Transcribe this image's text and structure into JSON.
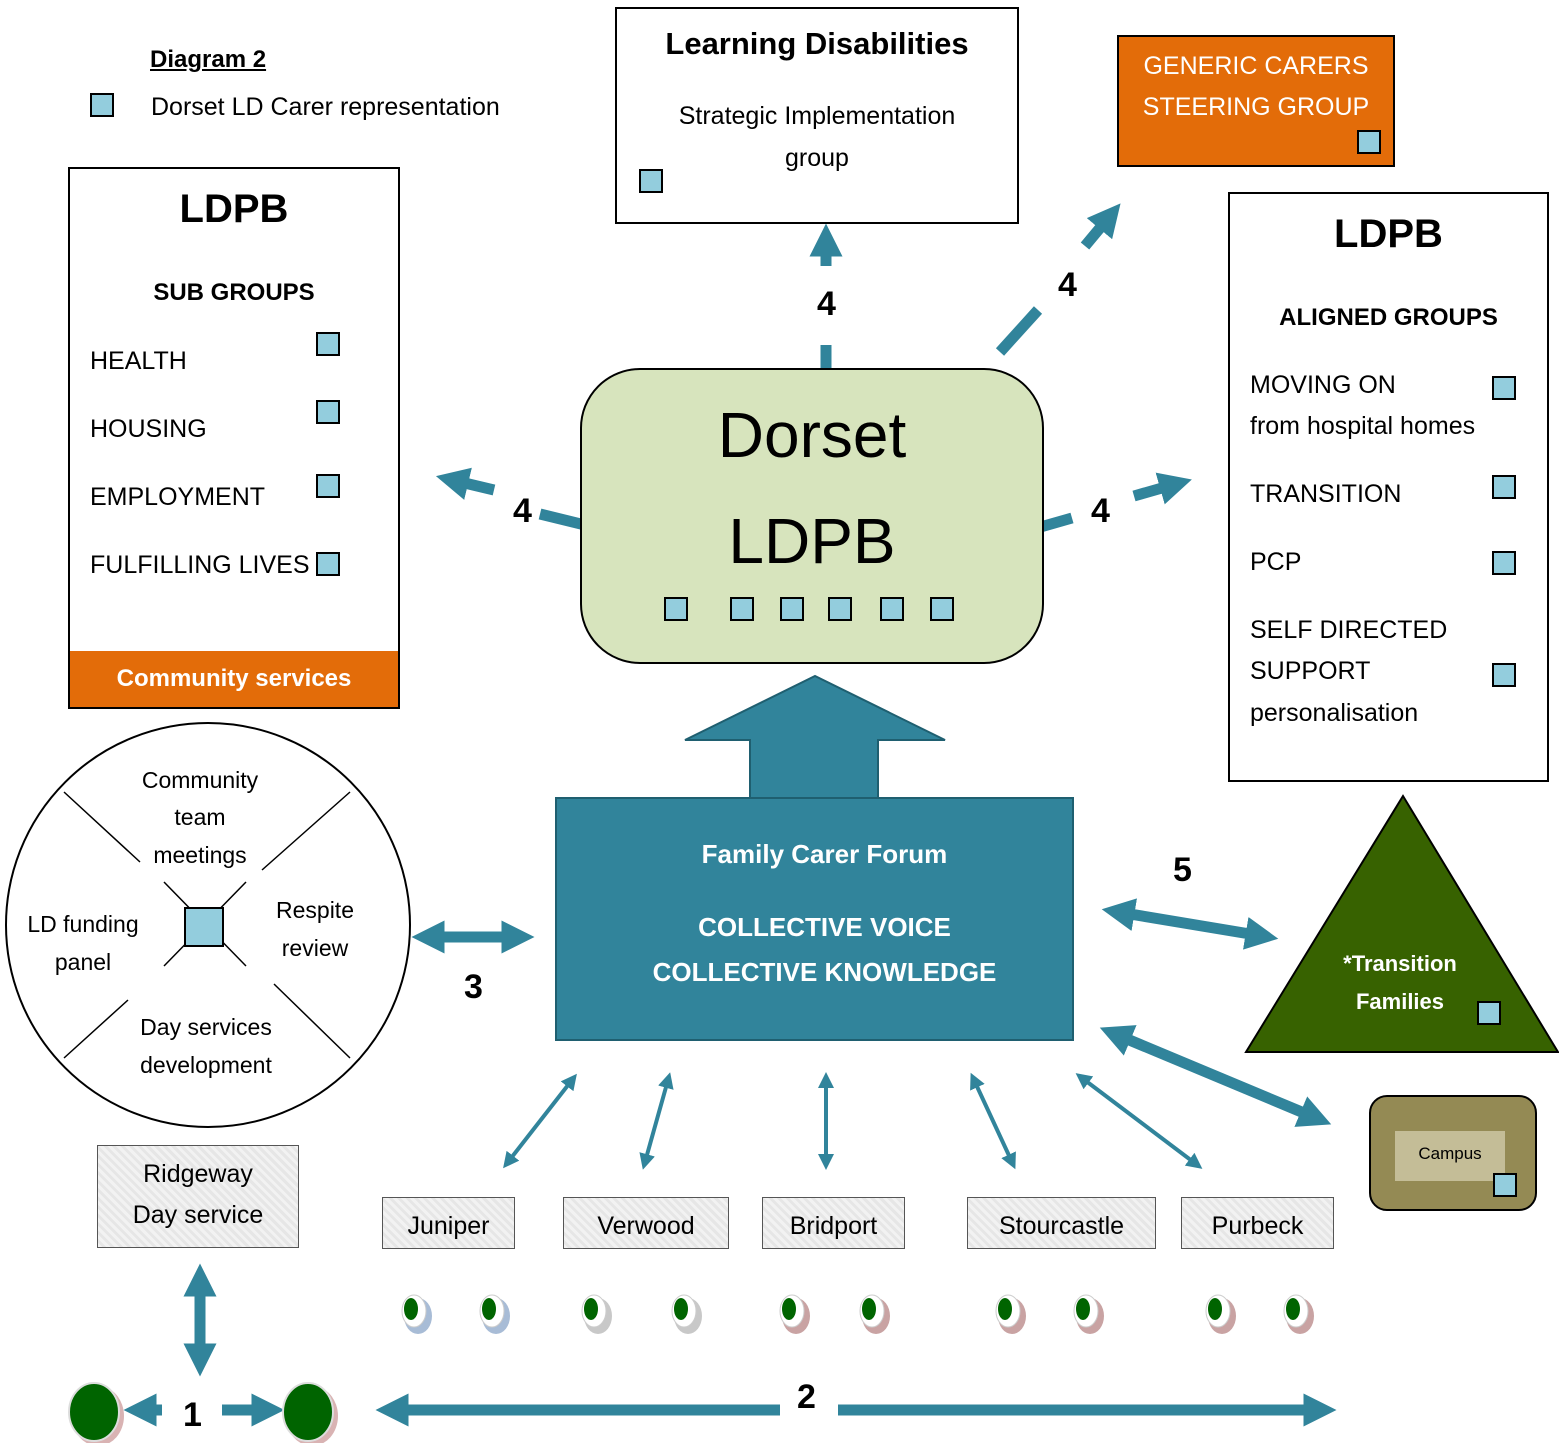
{
  "diagram_title": "Diagram 2",
  "legend": {
    "label": "Dorset LD Carer representation"
  },
  "colors": {
    "teal": "#31849b",
    "carer_square": "#93cddd",
    "orange": "#e36c09",
    "light_green": "#d7e4bd",
    "dark_green": "#376200",
    "olive": "#948a54",
    "campus_inner": "#c4bd97",
    "dot_green": "#006400"
  },
  "ld_strategic": {
    "title": "Learning Disabilities",
    "line1": "Strategic Implementation",
    "line2": "group"
  },
  "generic_carers": {
    "line1": "GENERIC CARERS",
    "line2": "STEERING GROUP"
  },
  "ldpb_sub": {
    "title": "LDPB",
    "subtitle": "SUB GROUPS",
    "items": [
      "HEALTH",
      "HOUSING",
      "EMPLOYMENT",
      "FULFILLING LIVES"
    ],
    "footer": "Community services"
  },
  "ldpb_aligned": {
    "title": "LDPB",
    "subtitle": "ALIGNED GROUPS",
    "moving_on_1": "MOVING ON",
    "moving_on_2": "from hospital homes",
    "transition": "TRANSITION",
    "pcp": "PCP",
    "sds_1": "SELF DIRECTED",
    "sds_2": "SUPPORT",
    "sds_3": "personalisation"
  },
  "dorset": {
    "line1": "Dorset",
    "line2": "LDPB"
  },
  "forum": {
    "title": "Family Carer Forum",
    "line1": "COLLECTIVE VOICE",
    "line2": "COLLECTIVE KNOWLEDGE"
  },
  "circle": {
    "top_1": "Community",
    "top_2": "team",
    "top_3": "meetings",
    "left_1": "LD funding",
    "left_2": "panel",
    "right_1": "Respite",
    "right_2": "review",
    "bottom_1": "Day services",
    "bottom_2": "development"
  },
  "transition_families": {
    "line1": "*Transition",
    "line2": "Families"
  },
  "campus": {
    "label": "Campus"
  },
  "ridgeway": {
    "line1": "Ridgeway",
    "line2": "Day service"
  },
  "services": [
    "Juniper",
    "Verwood",
    "Bridport",
    "Stourcastle",
    "Purbeck"
  ],
  "numbers": {
    "n1": "1",
    "n2": "2",
    "n3": "3",
    "n4": "4",
    "n5": "5"
  }
}
